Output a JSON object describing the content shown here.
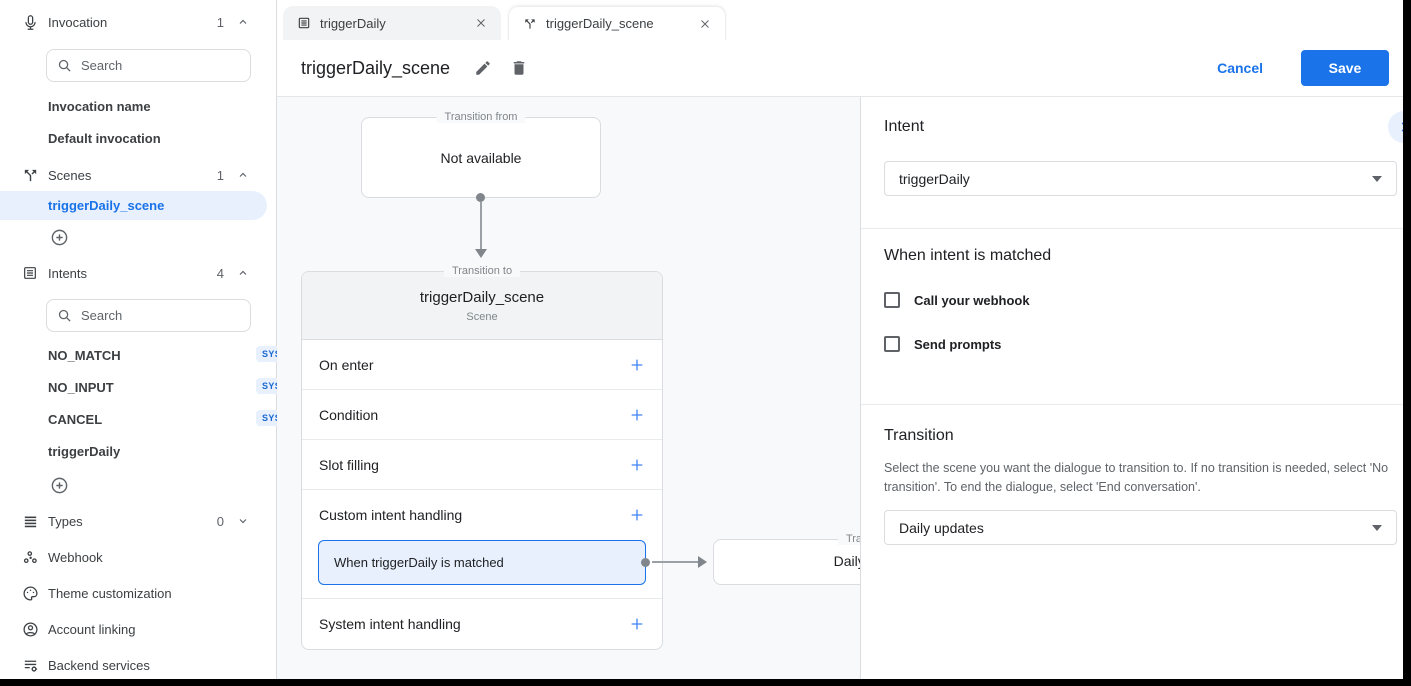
{
  "colors": {
    "primary_blue": "#1a73e8",
    "plus_blue": "#4285f4",
    "selected_bg": "#e8f0fe",
    "canvas_bg": "#f8f9fa",
    "border_grey": "#dadce0",
    "text_secondary": "#5f6368"
  },
  "icons": [
    "microphone-icon",
    "search-icon",
    "scene-split-icon",
    "intent-doc-icon",
    "types-list-icon",
    "webhook-icon",
    "palette-icon",
    "account-circle-icon",
    "backend-services-icon",
    "chevron-up-icon",
    "chevron-down-icon",
    "add-circle-icon",
    "plus-icon",
    "edit-pencil-icon",
    "trash-icon",
    "close-icon",
    "dropdown-caret-icon",
    "chevron-right-icon"
  ],
  "sidebar": {
    "invocation": {
      "label": "Invocation",
      "count": "1",
      "search_placeholder": "Search",
      "items": [
        {
          "label": "Invocation name"
        },
        {
          "label": "Default invocation"
        }
      ]
    },
    "scenes": {
      "label": "Scenes",
      "count": "1",
      "items": [
        {
          "label": "triggerDaily_scene",
          "selected": true
        }
      ]
    },
    "intents": {
      "label": "Intents",
      "count": "4",
      "search_placeholder": "Search",
      "items": [
        {
          "label": "NO_MATCH",
          "badge": "SYSTEM"
        },
        {
          "label": "NO_INPUT",
          "badge": "SYSTEM"
        },
        {
          "label": "CANCEL",
          "badge": "SYSTEM"
        },
        {
          "label": "triggerDaily"
        }
      ]
    },
    "types": {
      "label": "Types",
      "count": "0"
    },
    "links": [
      {
        "label": "Webhook"
      },
      {
        "label": "Theme customization"
      },
      {
        "label": "Account linking"
      },
      {
        "label": "Backend services"
      }
    ]
  },
  "tabs": [
    {
      "label": "triggerDaily",
      "active": false
    },
    {
      "label": "triggerDaily_scene",
      "active": true
    }
  ],
  "header": {
    "title": "triggerDaily_scene",
    "cancel_label": "Cancel",
    "save_label": "Save"
  },
  "canvas": {
    "transition_from": {
      "legend": "Transition from",
      "content": "Not available"
    },
    "scene_card": {
      "legend": "Transition to",
      "title": "triggerDaily_scene",
      "subtitle": "Scene",
      "sections": [
        {
          "label": "On enter"
        },
        {
          "label": "Condition"
        },
        {
          "label": "Slot filling"
        },
        {
          "label": "Custom intent handling",
          "child": "When triggerDaily is matched"
        },
        {
          "label": "System intent handling"
        }
      ]
    },
    "target_card": {
      "legend": "Transition to",
      "title": "Daily updates"
    }
  },
  "panel": {
    "intent": {
      "heading": "Intent",
      "value": "triggerDaily"
    },
    "when_matched": {
      "heading": "When intent is matched",
      "checkboxes": [
        {
          "label": "Call your webhook",
          "checked": false
        },
        {
          "label": "Send prompts",
          "checked": false
        }
      ]
    },
    "transition": {
      "heading": "Transition",
      "description": "Select the scene you want the dialogue to transition to. If no transition is needed, select 'No transition'. To end the dialogue, select 'End conversation'.",
      "value": "Daily updates"
    }
  }
}
